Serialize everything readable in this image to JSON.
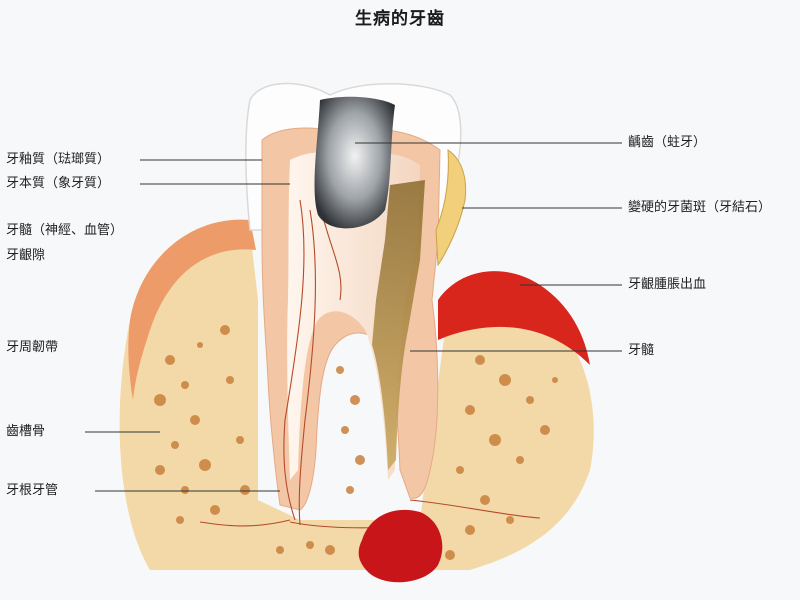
{
  "title": "生病的牙齒",
  "labels": {
    "left": [
      "牙釉質（琺瑯質）",
      "牙本質（象牙質）",
      "牙髓（神經、血管）",
      "牙齦隙",
      "牙周韌帶",
      "齒槽骨",
      "牙根牙管"
    ],
    "right": [
      "齲齒（蛀牙）",
      "變硬的牙菌斑（牙結石）",
      "牙齦腫脹出血",
      "牙髓"
    ]
  },
  "colors": {
    "background": "#f7f8f9",
    "bone": "#f3d9a8",
    "bone_spots": "#c9803d",
    "gum": "#ee9b6a",
    "gum_inflamed": "#d8261d",
    "enamel": "#fdfdfd",
    "dentin": "#f3c7a6",
    "pulp": "#fbe7d8",
    "decay": "#565a5f",
    "leader_line": "#333333"
  }
}
